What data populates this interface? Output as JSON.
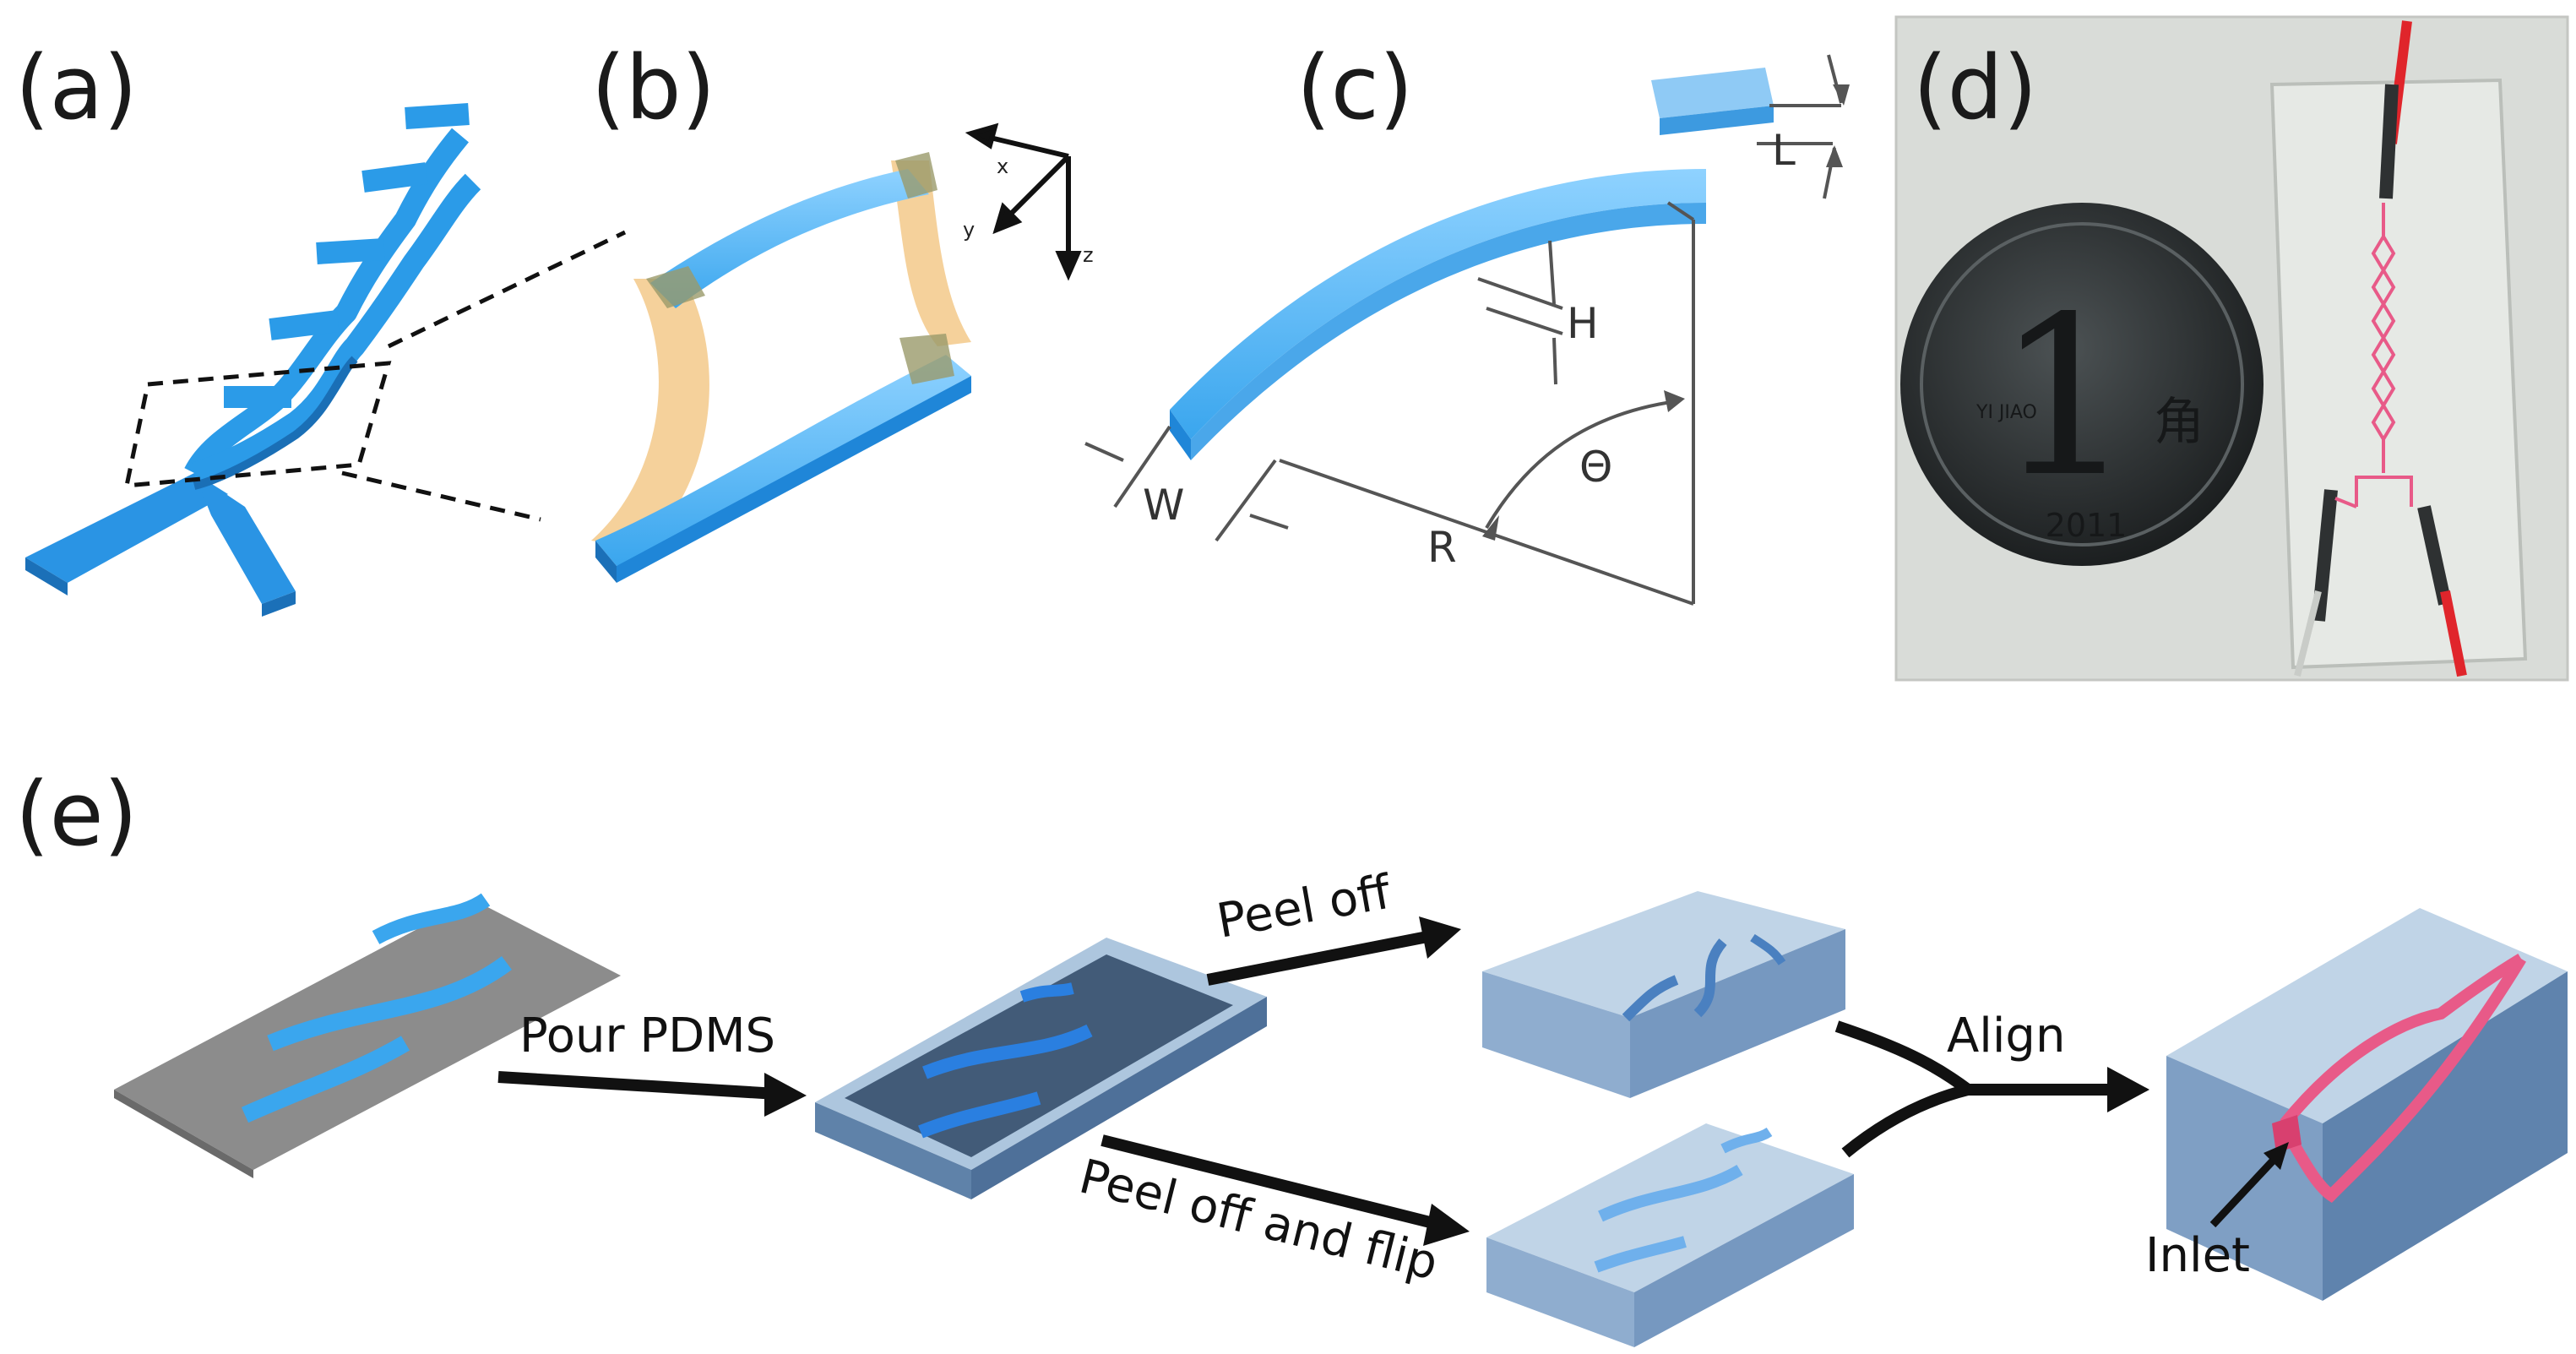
{
  "panels": {
    "a": {
      "label": "(a)"
    },
    "b": {
      "label": "(b)",
      "axes": {
        "x": "x",
        "y": "y",
        "z": "z"
      }
    },
    "c": {
      "label": "(c)",
      "dimensions": {
        "L": "L",
        "H": "H",
        "W": "W",
        "R": "R",
        "theta": "Θ"
      }
    },
    "d": {
      "label": "(d)",
      "coin_text": {
        "denomination": "1",
        "unit": "角",
        "year": "2011",
        "mark": "YI JIAO"
      }
    },
    "e": {
      "label": "(e)",
      "steps": {
        "pour": "Pour PDMS",
        "peel": "Peel off",
        "peel_flip": "Peel off and flip",
        "align": "Align",
        "inlet": "Inlet"
      }
    }
  },
  "colors": {
    "channel_blue": "#3aa6ee",
    "channel_blue_dark": "#1b7fd0",
    "highlight_orange": "#f2c27a",
    "pdms_block": "#7fa8cf",
    "pdms_dark": "#2f4866",
    "substrate_gray": "#8c8c8c",
    "inlet_pink": "#e85a88",
    "photo_bg": "#d9dcd8",
    "coin": "#2a2d2e"
  }
}
